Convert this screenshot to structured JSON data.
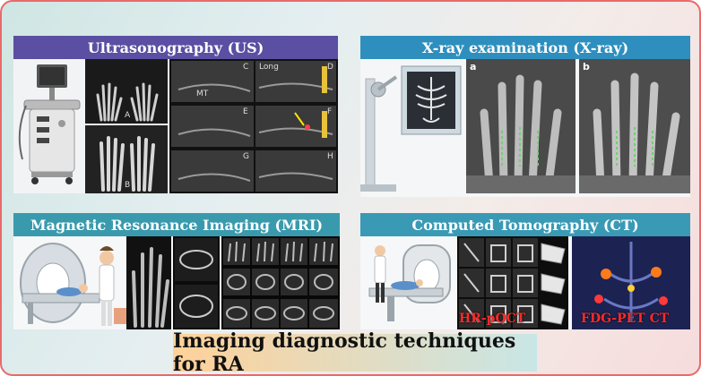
{
  "panels": {
    "us": {
      "title": "Ultrasonography (US)",
      "color": "#5a4fa2"
    },
    "xray": {
      "title": "X-ray examination (X-ray)",
      "color": "#2e8fbf"
    },
    "mri": {
      "title": "Magnetic Resonance Imaging (MRI)",
      "color": "#3a9aad"
    },
    "ct": {
      "title": "Computed Tomography (CT)",
      "color": "#3a9ab5"
    }
  },
  "ct_labels": {
    "hrpqct": "HR-pQCT",
    "pet": "FDG-PET CT"
  },
  "xray_labels": {
    "a": "a",
    "b": "b"
  },
  "us_labels": {
    "a": "A",
    "b": "B",
    "c": "C",
    "d": "D",
    "e": "E",
    "f": "F",
    "g": "G",
    "h": "H",
    "long": "Long",
    "mt": "MT"
  },
  "footer": "Imaging diagnostic techniques for RA"
}
